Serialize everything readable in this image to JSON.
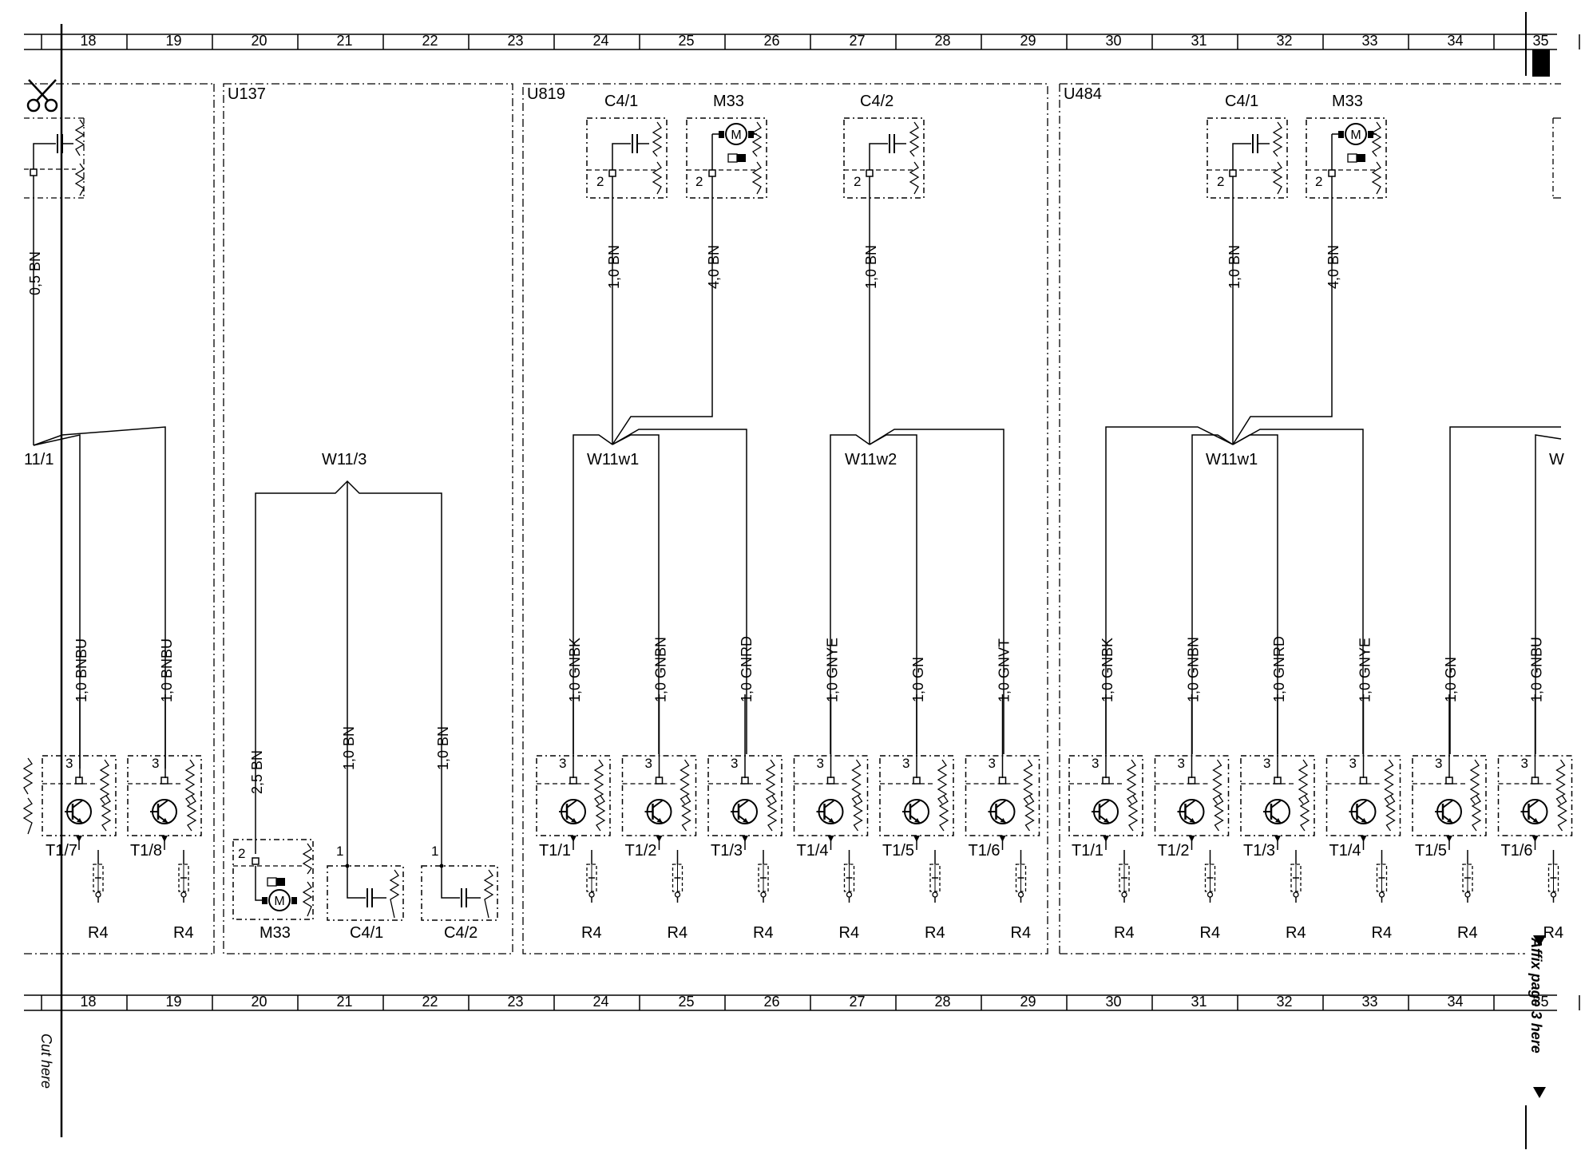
{
  "page": {
    "ruler_numbers": [
      "18",
      "19",
      "20",
      "21",
      "22",
      "23",
      "24",
      "25",
      "26",
      "27",
      "28",
      "29",
      "30",
      "31",
      "32",
      "33",
      "34",
      "35"
    ],
    "cut_here": "Cut here",
    "affix_page": "Affix page 3 here"
  },
  "modules": {
    "u137": {
      "name": "U137",
      "connector": "W11/3",
      "components": [
        {
          "name": "M33",
          "pin": "2",
          "wire": "2,5 BN"
        },
        {
          "name": "C4/1",
          "pin": "1",
          "wire": "1,0 BN"
        },
        {
          "name": "C4/2",
          "pin": "1",
          "wire": "1,0 BN"
        }
      ]
    },
    "u819": {
      "name": "U819",
      "top_components": [
        {
          "name": "C4/1",
          "pin": "2",
          "wire": "1,0 BN"
        },
        {
          "name": "M33",
          "pin": "2",
          "wire": "4,0 BN"
        },
        {
          "name": "C4/2",
          "pin": "2",
          "wire": "1,0 BN"
        }
      ],
      "connectors": [
        "W11w1",
        "W11w2"
      ],
      "transistors": [
        {
          "name": "T1/1",
          "pin": "3",
          "wire": "1,0 GNBK",
          "resistor": "R4"
        },
        {
          "name": "T1/2",
          "pin": "3",
          "wire": "1,0 GNBN",
          "resistor": "R4"
        },
        {
          "name": "T1/3",
          "pin": "3",
          "wire": "1,0 GNRD",
          "resistor": "R4"
        },
        {
          "name": "T1/4",
          "pin": "3",
          "wire": "1,0 GNYE",
          "resistor": "R4"
        },
        {
          "name": "T1/5",
          "pin": "3",
          "wire": "1,0 GN",
          "resistor": "R4"
        },
        {
          "name": "T1/6",
          "pin": "3",
          "wire": "1,0 GNVT",
          "resistor": "R4"
        }
      ]
    },
    "u484": {
      "name": "U484",
      "top_components": [
        {
          "name": "C4/1",
          "pin": "2",
          "wire": "1,0 BN"
        },
        {
          "name": "M33",
          "pin": "2",
          "wire": "4,0 BN"
        }
      ],
      "connectors": [
        "W11w1",
        "W"
      ],
      "transistors": [
        {
          "name": "T1/1",
          "pin": "3",
          "wire": "1,0 GNBK",
          "resistor": "R4"
        },
        {
          "name": "T1/2",
          "pin": "3",
          "wire": "1,0 GNBN",
          "resistor": "R4"
        },
        {
          "name": "T1/3",
          "pin": "3",
          "wire": "1,0 GNRD",
          "resistor": "R4"
        },
        {
          "name": "T1/4",
          "pin": "3",
          "wire": "1,0 GNYE",
          "resistor": "R4"
        },
        {
          "name": "T1/5",
          "pin": "3",
          "wire": "1,0 GN",
          "resistor": "R4"
        },
        {
          "name": "T1/6",
          "pin": "3",
          "wire": "1,0 GNBU",
          "resistor": "R4"
        }
      ]
    },
    "left": {
      "connector": "11/1",
      "top_wire": "0,5 BN",
      "transistors": [
        {
          "name": "T1/7",
          "pin": "3",
          "wire": "1,0 BNBU",
          "resistor": "R4"
        },
        {
          "name": "T1/8",
          "pin": "3",
          "wire": "1,0 BNBU",
          "resistor": "R4"
        }
      ]
    }
  }
}
